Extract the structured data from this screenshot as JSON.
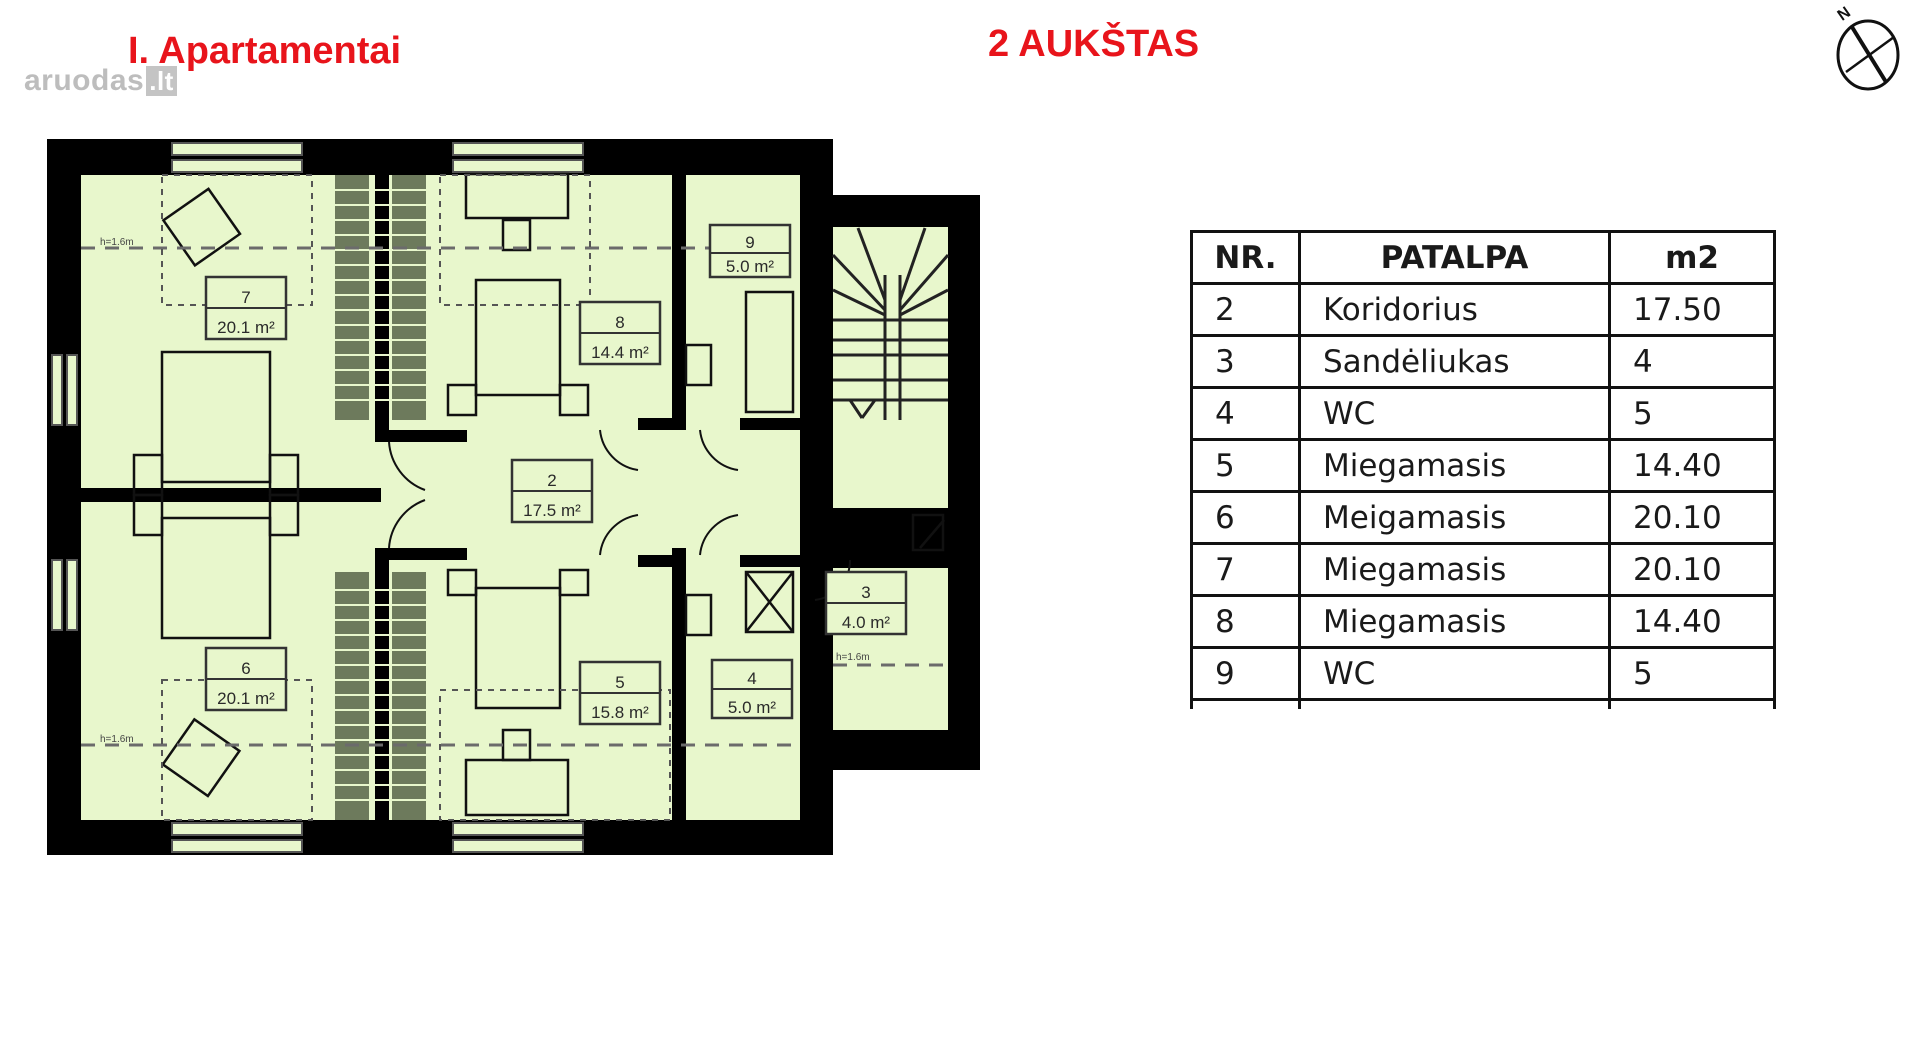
{
  "header": {
    "title": "I. Apartamentai",
    "floor": "2 AUKŠTAS",
    "watermark": "aruodas",
    "watermark_suffix": ".lt"
  },
  "compass": {
    "icon": "north-arrow-icon",
    "label": "N"
  },
  "colors": {
    "title": "#e8141b",
    "room_fill": "#e8f7cc",
    "wall": "#000000"
  },
  "plan": {
    "rooms": [
      {
        "nr": "7",
        "area": "20.1 m²"
      },
      {
        "nr": "8",
        "area": "14.4 m²"
      },
      {
        "nr": "9",
        "area": "5.0 m²"
      },
      {
        "nr": "2",
        "area": "17.5 m²"
      },
      {
        "nr": "6",
        "area": "20.1 m²"
      },
      {
        "nr": "5",
        "area": "15.8 m²"
      },
      {
        "nr": "4",
        "area": "5.0 m²"
      },
      {
        "nr": "3",
        "area": "4.0 m²"
      }
    ],
    "height_marks": [
      "h=1.6m",
      "h=1.6m",
      "h=1.6m"
    ]
  },
  "table": {
    "headers": [
      "NR.",
      "PATALPA",
      "m2"
    ],
    "rows": [
      [
        "2",
        "Koridorius",
        "17.50"
      ],
      [
        "3",
        "Sandėliukas",
        "4"
      ],
      [
        "4",
        "WC",
        "5"
      ],
      [
        "5",
        "Miegamasis",
        "14.40"
      ],
      [
        "6",
        "Meigamasis",
        "20.10"
      ],
      [
        "7",
        "Miegamasis",
        "20.10"
      ],
      [
        "8",
        "Miegamasis",
        "14.40"
      ],
      [
        "9",
        "WC",
        "5"
      ]
    ]
  }
}
